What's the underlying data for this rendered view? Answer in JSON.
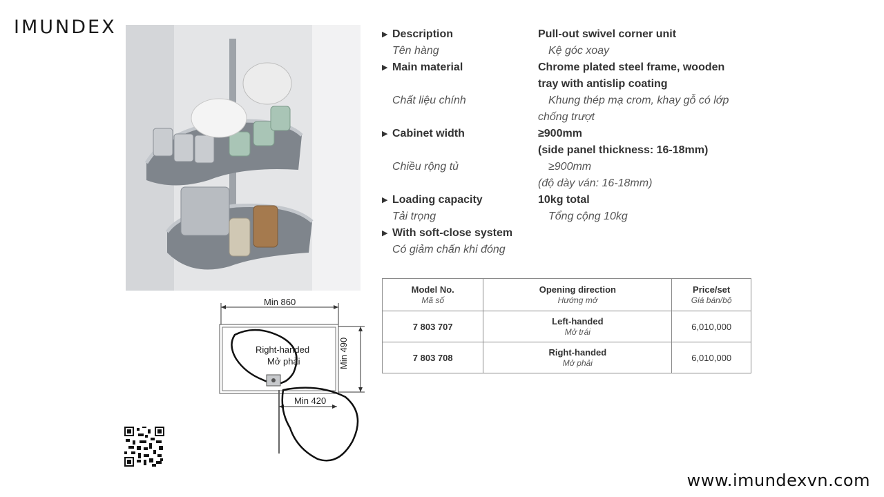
{
  "brand": {
    "logo": "IMUNDEX",
    "website": "www.imundexvn.com"
  },
  "specs": [
    {
      "label_en": "Description",
      "label_vi": "Tên hàng",
      "value_en": [
        "Pull-out swivel corner unit"
      ],
      "value_vi": [
        "Kệ góc xoay"
      ]
    },
    {
      "label_en": "Main material",
      "label_vi": "Chất liệu chính",
      "value_en": [
        "Chrome plated steel frame, wooden",
        "tray with antislip coating"
      ],
      "value_vi": [
        "Khung thép mạ crom, khay gỗ có lớp",
        "chống trượt"
      ]
    },
    {
      "label_en": "Cabinet width",
      "label_vi": "Chiều rộng tủ",
      "value_en": [
        "≥900mm",
        "(side panel thickness: 16-18mm)"
      ],
      "value_vi": [
        "≥900mm",
        "(độ dày ván: 16-18mm)"
      ]
    },
    {
      "label_en": "Loading capacity",
      "label_vi": "Tải trọng",
      "value_en": [
        "10kg total"
      ],
      "value_vi": [
        "Tổng cộng 10kg"
      ]
    },
    {
      "label_en": "With soft-close system",
      "label_vi": "Có giảm chấn khi đóng"
    }
  ],
  "table": {
    "headers": [
      {
        "en": "Model No.",
        "vi": "Mã số"
      },
      {
        "en": "Opening direction",
        "vi": "Hướng mở"
      },
      {
        "en": "Price/set",
        "vi": "Giá bán/bộ"
      }
    ],
    "rows": [
      {
        "model": "7 803 707",
        "direction_en": "Left-handed",
        "direction_vi": "Mở trái",
        "price": "6,010,000"
      },
      {
        "model": "7 803 708",
        "direction_en": "Right-handed",
        "direction_vi": "Mở phải",
        "price": "6,010,000"
      }
    ]
  },
  "diagram": {
    "width_label": "Min 860",
    "depth_label": "Min 490",
    "opening_label": "Min 420",
    "hand_en": "Right-handed",
    "hand_vi": "Mở phải"
  },
  "colors": {
    "text": "#333333",
    "border": "#8a8a8a",
    "tray": "#8a8f96",
    "chrome": "#b9bdc2"
  }
}
